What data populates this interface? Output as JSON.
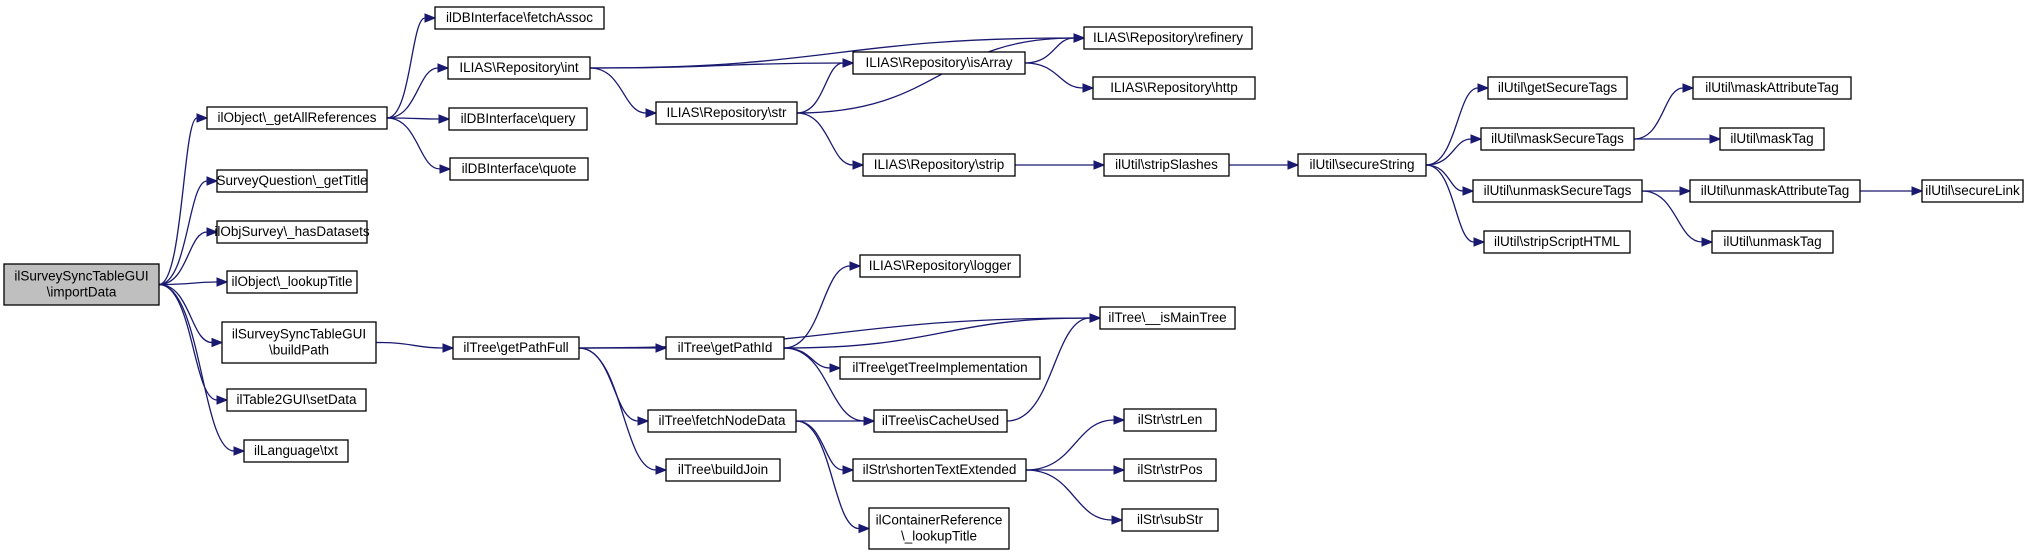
{
  "colors": {
    "edge": "#191970",
    "root_fill": "#bfbfbf",
    "node_fill": "#ffffff",
    "node_stroke": "#000000"
  },
  "nodes": [
    {
      "id": "root",
      "lines": [
        "ilSurveySyncTableGUI",
        "\\importData"
      ]
    },
    {
      "id": "getAllReferences",
      "lines": [
        "ilObject\\_getAllReferences"
      ]
    },
    {
      "id": "getTitle",
      "lines": [
        "SurveyQuestion\\_getTitle"
      ]
    },
    {
      "id": "hasDatasets",
      "lines": [
        "ilObjSurvey\\_hasDatasets"
      ]
    },
    {
      "id": "lookupTitle",
      "lines": [
        "ilObject\\_lookupTitle"
      ]
    },
    {
      "id": "buildPath",
      "lines": [
        "ilSurveySyncTableGUI",
        "\\buildPath"
      ]
    },
    {
      "id": "setData",
      "lines": [
        "ilTable2GUI\\setData"
      ]
    },
    {
      "id": "txt",
      "lines": [
        "ilLanguage\\txt"
      ]
    },
    {
      "id": "fetchAssoc",
      "lines": [
        "ilDBInterface\\fetchAssoc"
      ]
    },
    {
      "id": "repoInt",
      "lines": [
        "ILIAS\\Repository\\int"
      ]
    },
    {
      "id": "dbQuery",
      "lines": [
        "ilDBInterface\\query"
      ]
    },
    {
      "id": "dbQuote",
      "lines": [
        "ilDBInterface\\quote"
      ]
    },
    {
      "id": "refinery",
      "lines": [
        "ILIAS\\Repository\\refinery"
      ]
    },
    {
      "id": "isArray",
      "lines": [
        "ILIAS\\Repository\\isArray"
      ]
    },
    {
      "id": "repoStr",
      "lines": [
        "ILIAS\\Repository\\str"
      ]
    },
    {
      "id": "http",
      "lines": [
        "ILIAS\\Repository\\http"
      ]
    },
    {
      "id": "strip",
      "lines": [
        "ILIAS\\Repository\\strip"
      ]
    },
    {
      "id": "stripSlashes",
      "lines": [
        "ilUtil\\stripSlashes"
      ]
    },
    {
      "id": "secureString",
      "lines": [
        "ilUtil\\secureString"
      ]
    },
    {
      "id": "getSecureTags",
      "lines": [
        "ilUtil\\getSecureTags"
      ]
    },
    {
      "id": "maskSecureTags",
      "lines": [
        "ilUtil\\maskSecureTags"
      ]
    },
    {
      "id": "unmaskSecureTags",
      "lines": [
        "ilUtil\\unmaskSecureTags"
      ]
    },
    {
      "id": "stripScriptHTML",
      "lines": [
        "ilUtil\\stripScriptHTML"
      ]
    },
    {
      "id": "maskAttributeTag",
      "lines": [
        "ilUtil\\maskAttributeTag"
      ]
    },
    {
      "id": "maskTag",
      "lines": [
        "ilUtil\\maskTag"
      ]
    },
    {
      "id": "unmaskAttributeTag",
      "lines": [
        "ilUtil\\unmaskAttributeTag"
      ]
    },
    {
      "id": "unmaskTag",
      "lines": [
        "ilUtil\\unmaskTag"
      ]
    },
    {
      "id": "secureLink",
      "lines": [
        "ilUtil\\secureLink"
      ]
    },
    {
      "id": "getPathFull",
      "lines": [
        "ilTree\\getPathFull"
      ]
    },
    {
      "id": "logger",
      "lines": [
        "ILIAS\\Repository\\logger"
      ]
    },
    {
      "id": "getPathId",
      "lines": [
        "ilTree\\getPathId"
      ]
    },
    {
      "id": "isMainTree",
      "lines": [
        "ilTree\\__isMainTree"
      ]
    },
    {
      "id": "getTreeImpl",
      "lines": [
        "ilTree\\getTreeImplementation"
      ]
    },
    {
      "id": "fetchNodeData",
      "lines": [
        "ilTree\\fetchNodeData"
      ]
    },
    {
      "id": "isCacheUsed",
      "lines": [
        "ilTree\\isCacheUsed"
      ]
    },
    {
      "id": "buildJoin",
      "lines": [
        "ilTree\\buildJoin"
      ]
    },
    {
      "id": "shortenText",
      "lines": [
        "ilStr\\shortenTextExtended"
      ]
    },
    {
      "id": "containerLookup",
      "lines": [
        "ilContainerReference",
        "\\_lookupTitle"
      ]
    },
    {
      "id": "strLen",
      "lines": [
        "ilStr\\strLen"
      ]
    },
    {
      "id": "strPos",
      "lines": [
        "ilStr\\strPos"
      ]
    },
    {
      "id": "subStr",
      "lines": [
        "ilStr\\subStr"
      ]
    }
  ],
  "edges": [
    [
      "root",
      "getAllReferences"
    ],
    [
      "root",
      "getTitle"
    ],
    [
      "root",
      "hasDatasets"
    ],
    [
      "root",
      "lookupTitle"
    ],
    [
      "root",
      "buildPath"
    ],
    [
      "root",
      "setData"
    ],
    [
      "root",
      "txt"
    ],
    [
      "getAllReferences",
      "fetchAssoc"
    ],
    [
      "getAllReferences",
      "repoInt"
    ],
    [
      "getAllReferences",
      "dbQuery"
    ],
    [
      "getAllReferences",
      "dbQuote"
    ],
    [
      "repoInt",
      "refinery"
    ],
    [
      "repoInt",
      "isArray"
    ],
    [
      "repoInt",
      "repoStr"
    ],
    [
      "isArray",
      "refinery"
    ],
    [
      "isArray",
      "http"
    ],
    [
      "repoStr",
      "isArray"
    ],
    [
      "repoStr",
      "refinery"
    ],
    [
      "repoStr",
      "strip"
    ],
    [
      "strip",
      "stripSlashes"
    ],
    [
      "stripSlashes",
      "secureString"
    ],
    [
      "secureString",
      "getSecureTags"
    ],
    [
      "secureString",
      "maskSecureTags"
    ],
    [
      "secureString",
      "unmaskSecureTags"
    ],
    [
      "secureString",
      "stripScriptHTML"
    ],
    [
      "maskSecureTags",
      "maskAttributeTag"
    ],
    [
      "maskSecureTags",
      "maskTag"
    ],
    [
      "unmaskSecureTags",
      "unmaskAttributeTag"
    ],
    [
      "unmaskSecureTags",
      "unmaskTag"
    ],
    [
      "unmaskAttributeTag",
      "secureLink"
    ],
    [
      "buildPath",
      "getPathFull"
    ],
    [
      "getPathFull",
      "isMainTree"
    ],
    [
      "getPathFull",
      "getPathId"
    ],
    [
      "getPathFull",
      "fetchNodeData"
    ],
    [
      "getPathFull",
      "buildJoin"
    ],
    [
      "getPathId",
      "logger"
    ],
    [
      "getPathId",
      "isMainTree"
    ],
    [
      "getPathId",
      "getTreeImpl"
    ],
    [
      "getPathId",
      "isCacheUsed"
    ],
    [
      "isCacheUsed",
      "isMainTree"
    ],
    [
      "fetchNodeData",
      "isCacheUsed"
    ],
    [
      "fetchNodeData",
      "shortenText"
    ],
    [
      "fetchNodeData",
      "containerLookup"
    ],
    [
      "shortenText",
      "strLen"
    ],
    [
      "shortenText",
      "strPos"
    ],
    [
      "shortenText",
      "subStr"
    ]
  ]
}
